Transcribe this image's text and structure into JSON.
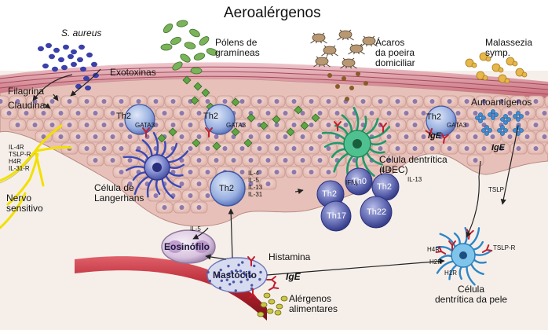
{
  "title": "Aeroalérgenos",
  "top": {
    "s_aureus": "S. aureus",
    "exotoxinas": "Exotoxinas",
    "polens": "Pólens de\ngramíneas",
    "acaros": "Ácaros\nda poeira\ndomiciliar",
    "malassezia": "Malassezia\nsymp.",
    "autoantigenos": "Autoantígenos"
  },
  "skin": {
    "filagrina": "Filagrina",
    "claudina": "Claudina"
  },
  "nerve": {
    "receptors": [
      "IL-4R",
      "TSLP-R",
      "H4R",
      "IL-31-R"
    ],
    "label": "Nervo\nsensitivo"
  },
  "cells": {
    "th2_a": "Th2",
    "gata3_a": "GATA3",
    "th2_b": "Th2",
    "gata3_b": "GATA3",
    "th2_c": "Th2",
    "gata3_c": "GATA3",
    "ige_epi": "IgE",
    "ige_right": "IgE",
    "langerhans": "Célula de\nLangerhans",
    "idec": "Célula dentrítica\n(IDEC)",
    "ifn": "IFNγ",
    "th0": "Th0",
    "th2_d": "Th2",
    "th2_e": "Th2",
    "th17": "Th17",
    "th22": "Th22",
    "il4_b": "IL-4",
    "il13_b": "IL-13",
    "th2_main": "Th2",
    "il_list": [
      "IL-4",
      "IL-5",
      "IL-13",
      "IL-31"
    ],
    "il5": "IL-5",
    "eosinofilo": "Eosinófilo",
    "mastocito": "Mastócito",
    "histamina": "Histamina",
    "ige_mast": "IgE",
    "alergenos": "Alérgenos\nalimentares",
    "tslp": "TSLP",
    "tslp_r": "TSLP-R",
    "h4r": "H4R",
    "h2r": "H2R",
    "h1r": "H1R",
    "dc_skin": "Célula\ndentrítica da pele"
  },
  "colors": {
    "epidermis": "#e9c6bf",
    "stratum": "#c96a78",
    "dermis": "#f6efe9",
    "cell_blue": "#7b86c6",
    "pollen": "#6aa14a",
    "nerve": "#f2e000"
  }
}
